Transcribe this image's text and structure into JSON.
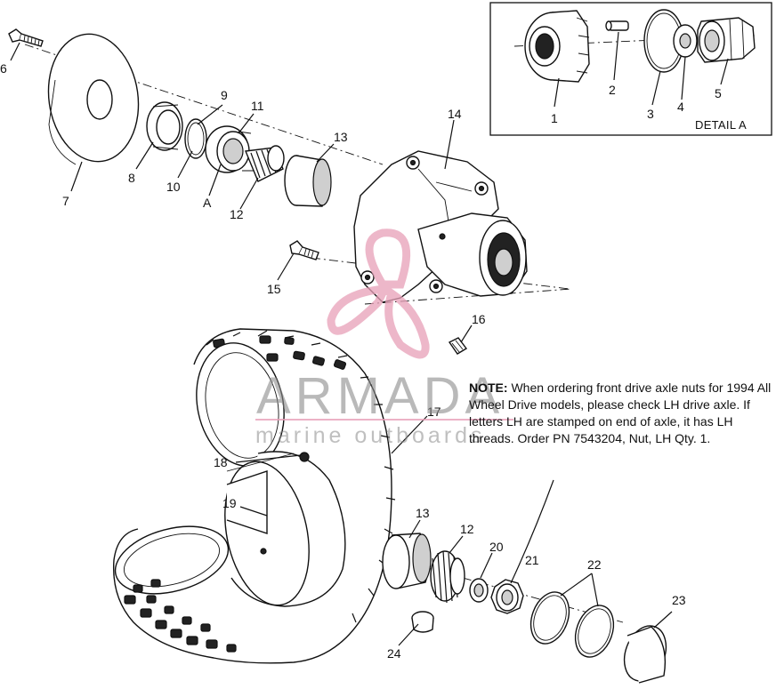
{
  "diagram": {
    "detail_label": "DETAIL A",
    "callouts": [
      "1",
      "2",
      "3",
      "4",
      "5",
      "6",
      "7",
      "8",
      "9",
      "10",
      "A",
      "11",
      "12",
      "13",
      "14",
      "15",
      "16",
      "17",
      "18",
      "19",
      "13",
      "12",
      "20",
      "21",
      "22",
      "23",
      "24"
    ],
    "note": {
      "lead": "NOTE:",
      "text": "When ordering front drive axle nuts for 1994 All Wheel Drive models, please check LH drive axle.  If letters LH are stamped on end of axle, it has LH threads.  Order PN 7543204, Nut, LH Qty. 1."
    }
  },
  "watermark": {
    "brand": "ARMADA",
    "tagline": "marine outboards",
    "logo_color": "#e8a0b8",
    "text_color": "#8c8c8c"
  }
}
